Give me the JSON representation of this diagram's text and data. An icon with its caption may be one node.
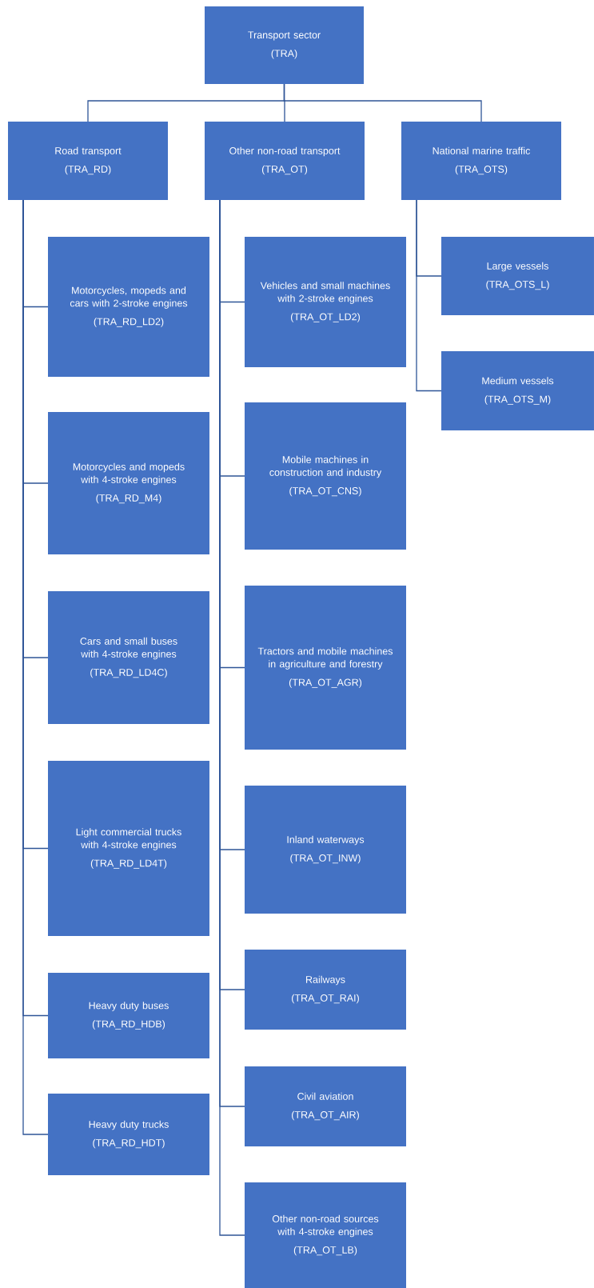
{
  "diagram": {
    "nodes": [
      {
        "text": [
          "Transport sector",
          "(TRA)"
        ]
      },
      {
        "text": [
          "Road transport",
          "(TRA_RD)"
        ]
      },
      {
        "text": [
          "Other non-road transport",
          "(TRA_OT)"
        ]
      },
      {
        "text": [
          "National marine traffic",
          "(TRA_OTS)"
        ]
      },
      {
        "text": [
          "Motorcycles, mopeds and cars with 2-stroke engines",
          "(TRA_RD_LD2)"
        ]
      },
      {
        "text": [
          "Motorcycles and mopeds with 4-stroke engines",
          "(TRA_RD_M4)"
        ]
      },
      {
        "text": [
          "Cars and small buses with 4-stroke engines",
          "(TRA_RD_LD4C)"
        ]
      },
      {
        "text": [
          "Light commercial trucks with 4-stroke engines",
          "(TRA_RD_LD4T)"
        ]
      },
      {
        "text": [
          "Heavy duty buses",
          "(TRA_RD_HDB)"
        ]
      },
      {
        "text": [
          "Heavy duty trucks",
          "(TRA_RD_HDT)"
        ]
      },
      {
        "text": [
          "Vehicles and small machines with 2-stroke engines",
          "(TRA_OT_LD2)"
        ]
      },
      {
        "text": [
          "Mobile machines in construction and industry",
          "(TRA_OT_CNS)"
        ]
      },
      {
        "text": [
          "Tractors and mobile machines in agriculture and forestry",
          "(TRA_OT_AGR)"
        ]
      },
      {
        "text": [
          "Inland waterways",
          "(TRA_OT_INW)"
        ]
      },
      {
        "text": [
          "Railways",
          "(TRA_OT_RAI)"
        ]
      },
      {
        "text": [
          "Civil aviation",
          "(TRA_OT_AIR)"
        ]
      },
      {
        "text": [
          "Other non-road sources with 4-stroke engines",
          "(TRA_OT_LB)"
        ]
      },
      {
        "text": [
          "Large vessels",
          "(TRA_OTS_L)"
        ]
      },
      {
        "text": [
          "Medium vessels",
          "(TRA_OTS_M)"
        ]
      }
    ],
    "edges": [
      {
        "from": 0,
        "to": 1,
        "arrow": "none"
      },
      {
        "from": 0,
        "to": 2,
        "arrow": "none"
      },
      {
        "from": 0,
        "to": 3,
        "arrow": "none"
      },
      {
        "from": 1,
        "to": 4,
        "arrow": "none"
      },
      {
        "from": 1,
        "to": 5,
        "arrow": "none"
      },
      {
        "from": 1,
        "to": 6,
        "arrow": "none"
      },
      {
        "from": 1,
        "to": 7,
        "arrow": "none"
      },
      {
        "from": 1,
        "to": 8,
        "arrow": "none"
      },
      {
        "from": 1,
        "to": 9,
        "arrow": "none"
      },
      {
        "from": 2,
        "to": 10,
        "arrow": "none"
      },
      {
        "from": 2,
        "to": 11,
        "arrow": "none"
      },
      {
        "from": 2,
        "to": 12,
        "arrow": "none"
      },
      {
        "from": 2,
        "to": 13,
        "arrow": "none"
      },
      {
        "from": 2,
        "to": 14,
        "arrow": "none"
      },
      {
        "from": 2,
        "to": 15,
        "arrow": "none"
      },
      {
        "from": 2,
        "to": 16,
        "arrow": "none"
      },
      {
        "from": 3,
        "to": 17,
        "arrow": "none"
      },
      {
        "from": 3,
        "to": 18,
        "arrow": "none"
      }
    ]
  }
}
